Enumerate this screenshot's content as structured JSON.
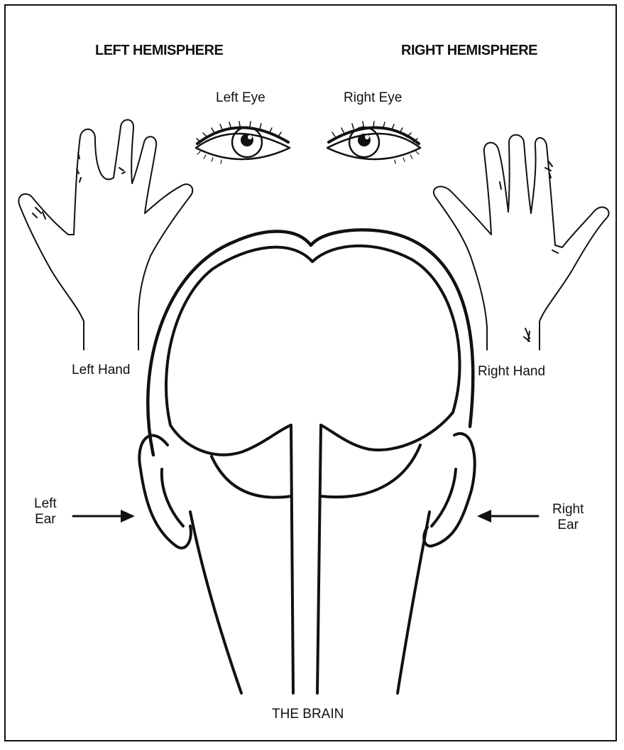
{
  "headings": {
    "left_hemisphere": "LEFT HEMISPHERE",
    "right_hemisphere": "RIGHT HEMISPHERE"
  },
  "labels": {
    "left_eye": "Left Eye",
    "right_eye": "Right Eye",
    "left_hand": "Left Hand",
    "right_hand": "Right Hand",
    "left_ear_line1": "Left",
    "left_ear_line2": "Ear",
    "right_ear_line1": "Right",
    "right_ear_line2": "Ear"
  },
  "caption": "THE BRAIN",
  "colors": {
    "ink": "#111111",
    "paper": "#ffffff"
  }
}
